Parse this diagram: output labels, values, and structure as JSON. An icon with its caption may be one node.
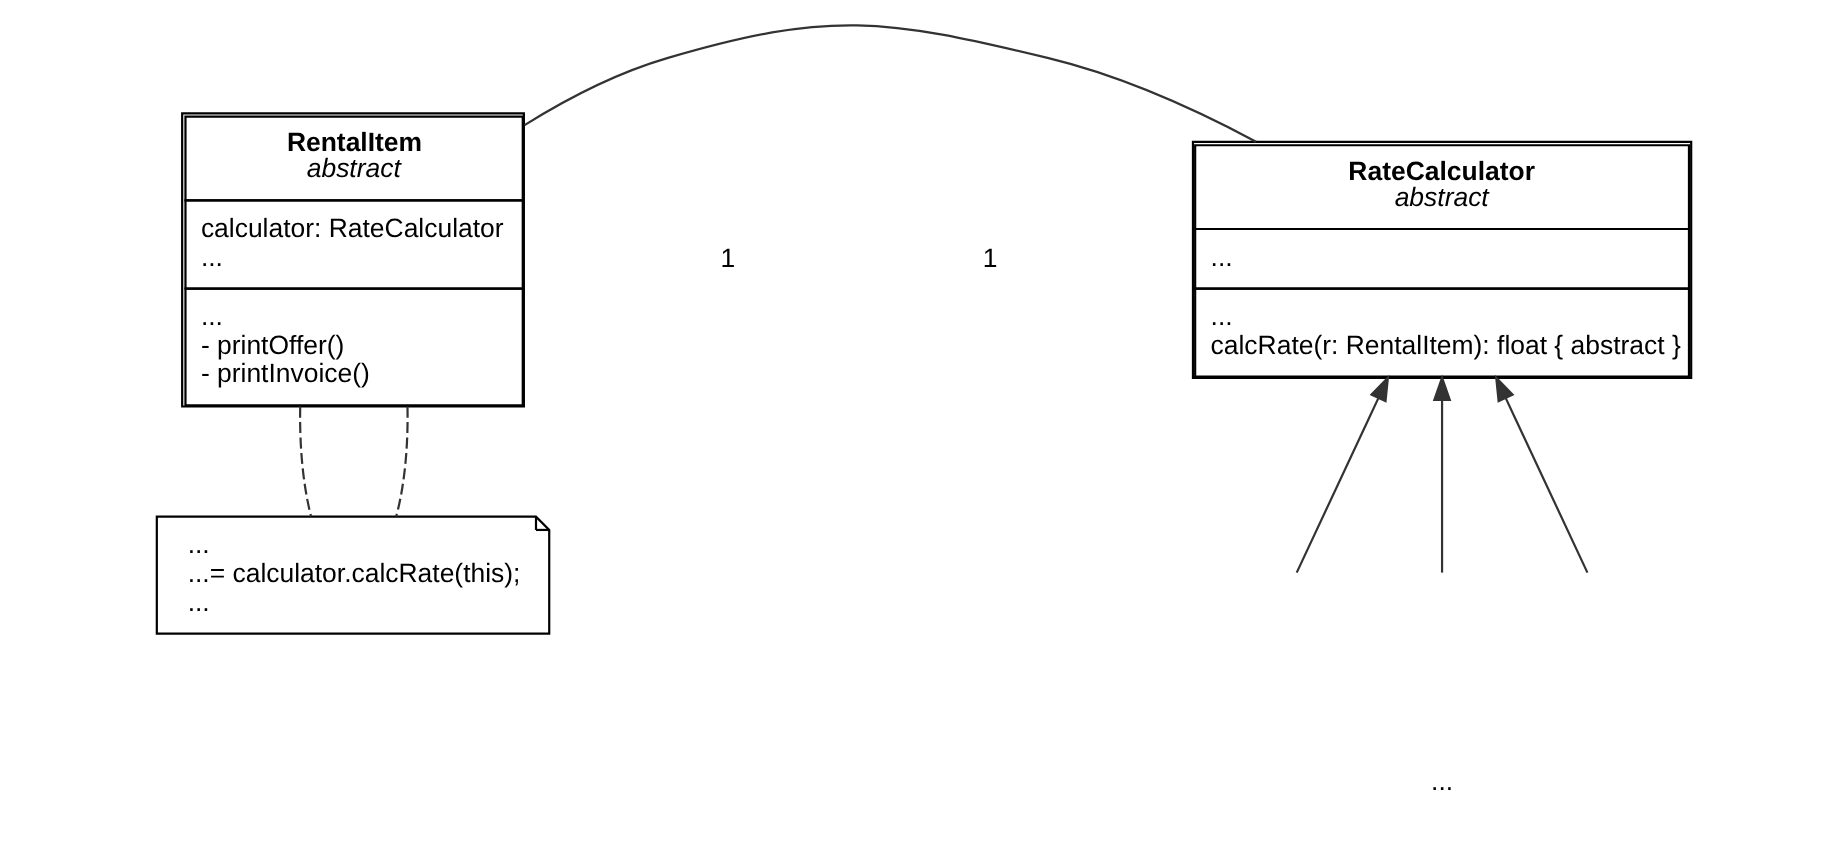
{
  "diagram": {
    "nodes": [
      {
        "text": [
          "RentalItem",
          "abstract",
          "calculator: RateCalculator",
          "...",
          "...",
          "- printOffer()",
          "- printInvoice()"
        ]
      },
      {
        "text": [
          "RateCalculator",
          "abstract",
          "...",
          "...",
          "calcRate(r: RentalItem): float { abstract }"
        ]
      },
      {
        "text": [
          "...",
          "...= calculator.calcRate(this);",
          "..."
        ]
      }
    ],
    "edges": [
      {
        "from": 0,
        "to": 1,
        "arrow": "none"
      },
      {
        "from": 0,
        "to": 2,
        "arrow": "none",
        "style": "dashed"
      },
      {
        "from": 0,
        "to": 2,
        "arrow": "none",
        "style": "dashed"
      },
      {
        "from": null,
        "to": 1,
        "arrow": "to"
      },
      {
        "from": null,
        "to": 1,
        "arrow": "to"
      },
      {
        "from": null,
        "to": 1,
        "arrow": "to"
      }
    ],
    "labels": [
      "1",
      "1",
      "..."
    ]
  }
}
